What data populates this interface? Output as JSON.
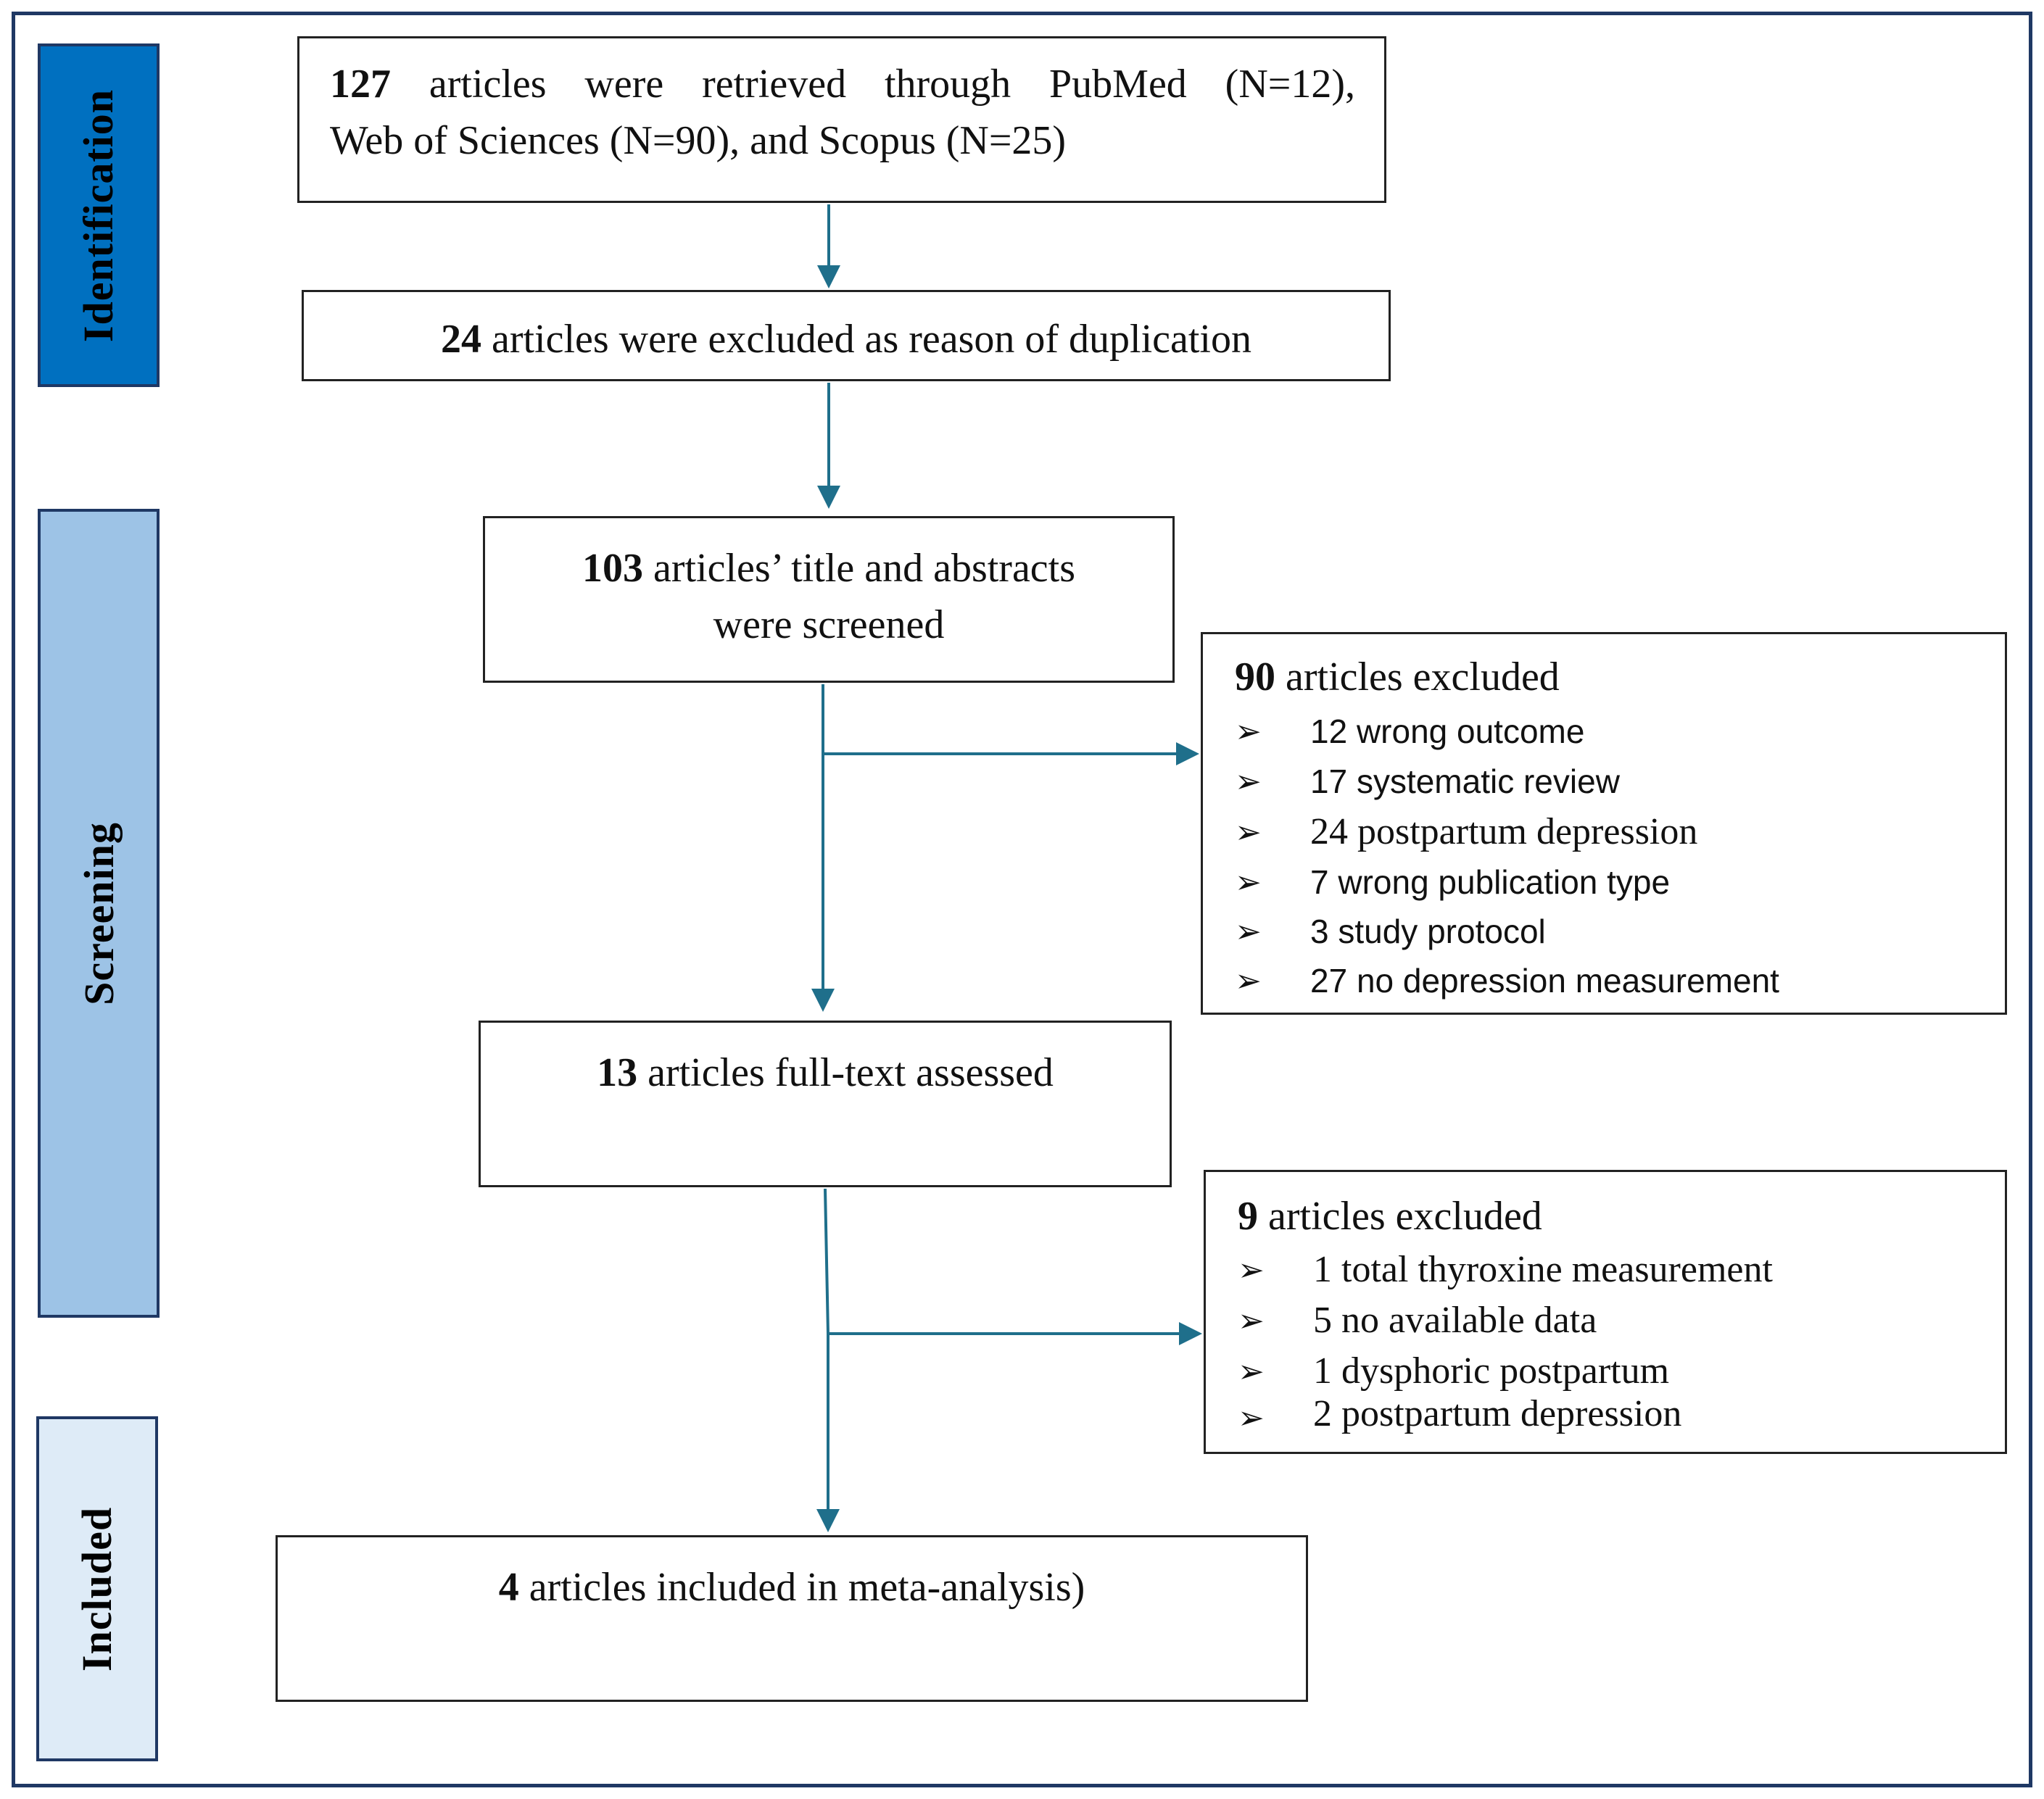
{
  "stages": {
    "identification": "Identification",
    "screening": "Screening",
    "included": "Included"
  },
  "boxes": {
    "retrieved": {
      "count": "127",
      "line1": "articles were retrieved through PubMed (N=12),",
      "line2": "Web of Sciences (N=90), and Scopus (N=25)"
    },
    "duplicates": {
      "count": "24",
      "text": "articles were excluded as reason of duplication"
    },
    "screened": {
      "count": "103",
      "line1": "articles’ title and abstracts",
      "line2": "were screened"
    },
    "excluded_screening": {
      "count": "90",
      "title": "articles excluded",
      "bullet_glyph": "➢",
      "items": [
        "12 wrong outcome",
        "17 systematic review",
        "24 postpartum depression",
        "7 wrong publication type",
        "3 study protocol",
        "27 no depression measurement"
      ]
    },
    "fulltext": {
      "count": "13",
      "text": "articles full-text assessed"
    },
    "excluded_fulltext": {
      "count": "9",
      "title": "articles excluded",
      "bullet_glyph": "➢",
      "items": [
        "1 total thyroxine measurement",
        "5 no available data",
        "1 dysphoric postpartum",
        "2 postpartum depression"
      ]
    },
    "included": {
      "count": "4",
      "text": "articles included in meta-analysis)"
    }
  },
  "colors": {
    "identification_fill": "#0070c0",
    "screening_fill": "#9dc3e6",
    "included_fill": "#deebf7",
    "arrow": "#1f6f8b",
    "frame": "#1f3864"
  }
}
